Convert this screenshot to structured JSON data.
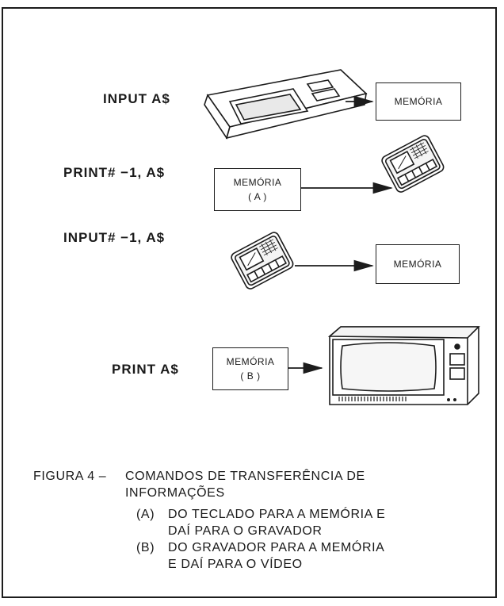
{
  "rows": [
    {
      "command": "INPUT A$",
      "box_line1": "MEMÓRIA",
      "box_line2": ""
    },
    {
      "command": "PRINT# −1, A$",
      "box_line1": "MEMÓRIA",
      "box_line2": "( A )"
    },
    {
      "command": "INPUT# −1, A$",
      "box_line1": "MEMÓRIA",
      "box_line2": ""
    },
    {
      "command": "PRINT  A$",
      "box_line1": "MEMÓRIA",
      "box_line2": "( B )"
    }
  ],
  "caption": {
    "figure_label": "FIGURA 4 –",
    "title_line1": "COMANDOS DE TRANSFERÊNCIA DE",
    "title_line2": "INFORMAÇÕES",
    "item_a_marker": "(A)",
    "item_a_line1": "DO TECLADO PARA A MEMÓRIA E",
    "item_a_line2": "DAÍ PARA O GRAVADOR",
    "item_b_marker": "(B)",
    "item_b_line1": "DO GRAVADOR PARA A MEMÓRIA",
    "item_b_line2": "E DAÍ PARA O VÍDEO"
  },
  "icons": [
    "keyboard-icon",
    "cassette-recorder-icon",
    "cassette-recorder-icon",
    "television-monitor-icon",
    "arrow-icon"
  ]
}
